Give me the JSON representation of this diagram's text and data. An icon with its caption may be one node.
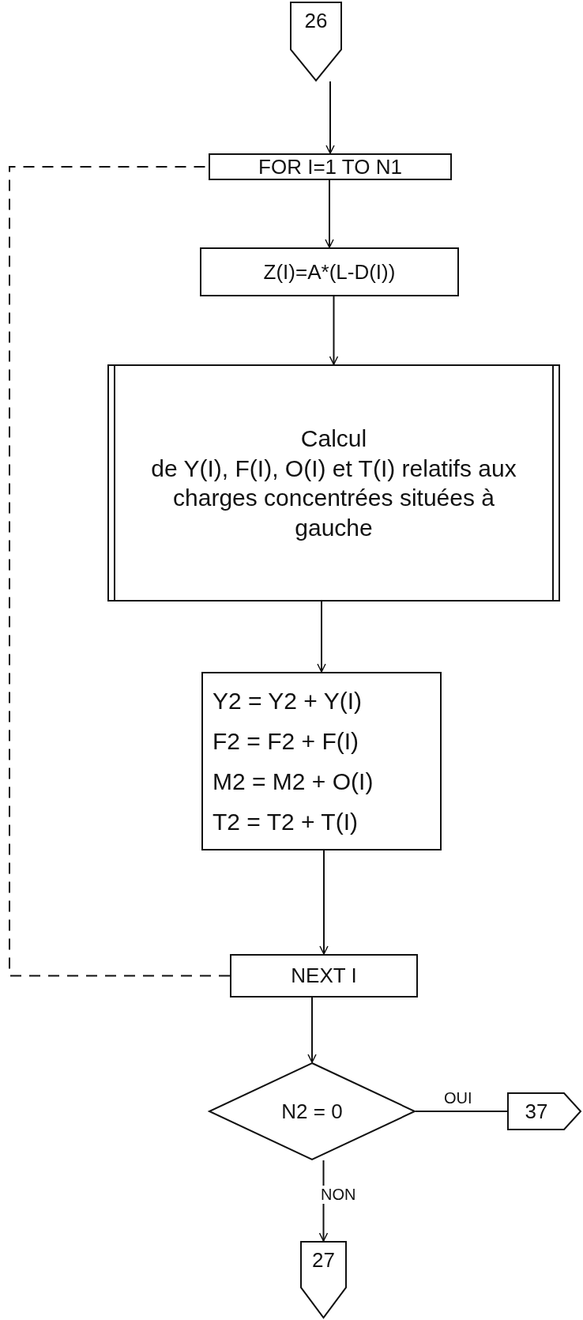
{
  "diagram": {
    "nodes": [
      {
        "text": [
          "26"
        ]
      },
      {
        "text": [
          "FOR I=1 TO N1"
        ]
      },
      {
        "text": [
          "Z(I)=A*(L-D(I))"
        ]
      },
      {
        "text": [
          "Calcul",
          "de Y(I), F(I), O(I) et T(I) relatifs aux charges concentrées situées à gauche"
        ]
      },
      {
        "text": [
          "Y2 = Y2 + Y(I)",
          "F2 = F2 + F(I)",
          "M2 = M2 + O(I)",
          "T2 = T2 + T(I)"
        ]
      },
      {
        "text": [
          "NEXT I"
        ]
      },
      {
        "text": [
          "N2 = 0"
        ]
      },
      {
        "text": [
          "37"
        ]
      },
      {
        "text": [
          "27"
        ]
      }
    ],
    "edges": [
      {
        "from": 0,
        "to": 1,
        "arrow": "to"
      },
      {
        "from": 1,
        "to": 2,
        "arrow": "to"
      },
      {
        "from": 2,
        "to": 3,
        "arrow": "to"
      },
      {
        "from": 3,
        "to": 4,
        "arrow": "to"
      },
      {
        "from": 4,
        "to": 5,
        "arrow": "to"
      },
      {
        "from": 5,
        "to": 6,
        "arrow": "to"
      },
      {
        "from": 6,
        "to": 7,
        "label": "OUI",
        "arrow": "none"
      },
      {
        "from": 6,
        "to": 8,
        "label": "NON",
        "arrow": "to"
      },
      {
        "from": 5,
        "to": 1,
        "arrow": "none",
        "style": "dashed"
      }
    ]
  }
}
